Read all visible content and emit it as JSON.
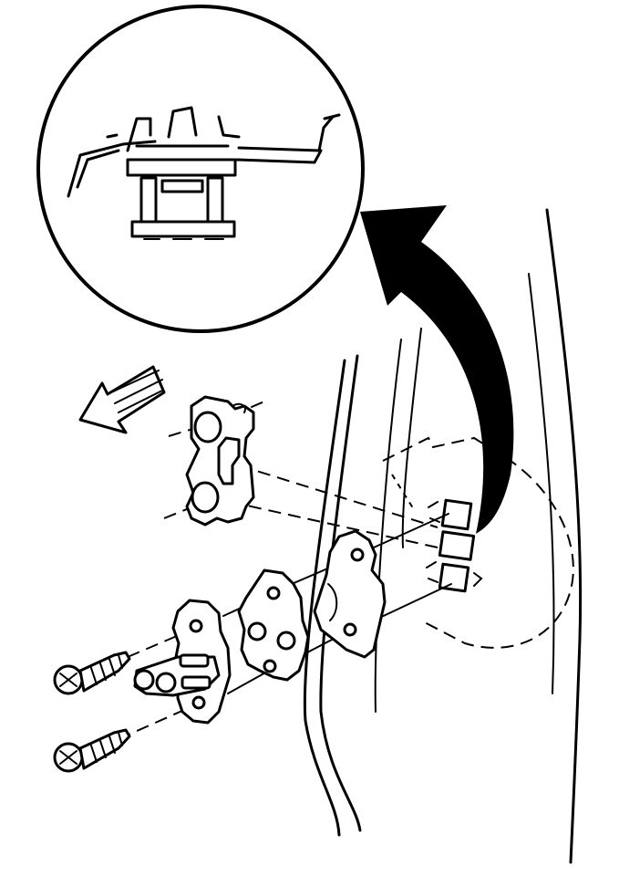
{
  "diagram": {
    "type": "exploded-assembly-illustration",
    "colors": {
      "line": "#000000",
      "background": "#ffffff"
    },
    "icons": [
      "detail-magnifier-circle",
      "curved-callout-arrow",
      "direction-arrow",
      "screw",
      "screw",
      "bracket",
      "spacer-plate",
      "shim-plate",
      "striker-plate",
      "door-frame"
    ]
  }
}
